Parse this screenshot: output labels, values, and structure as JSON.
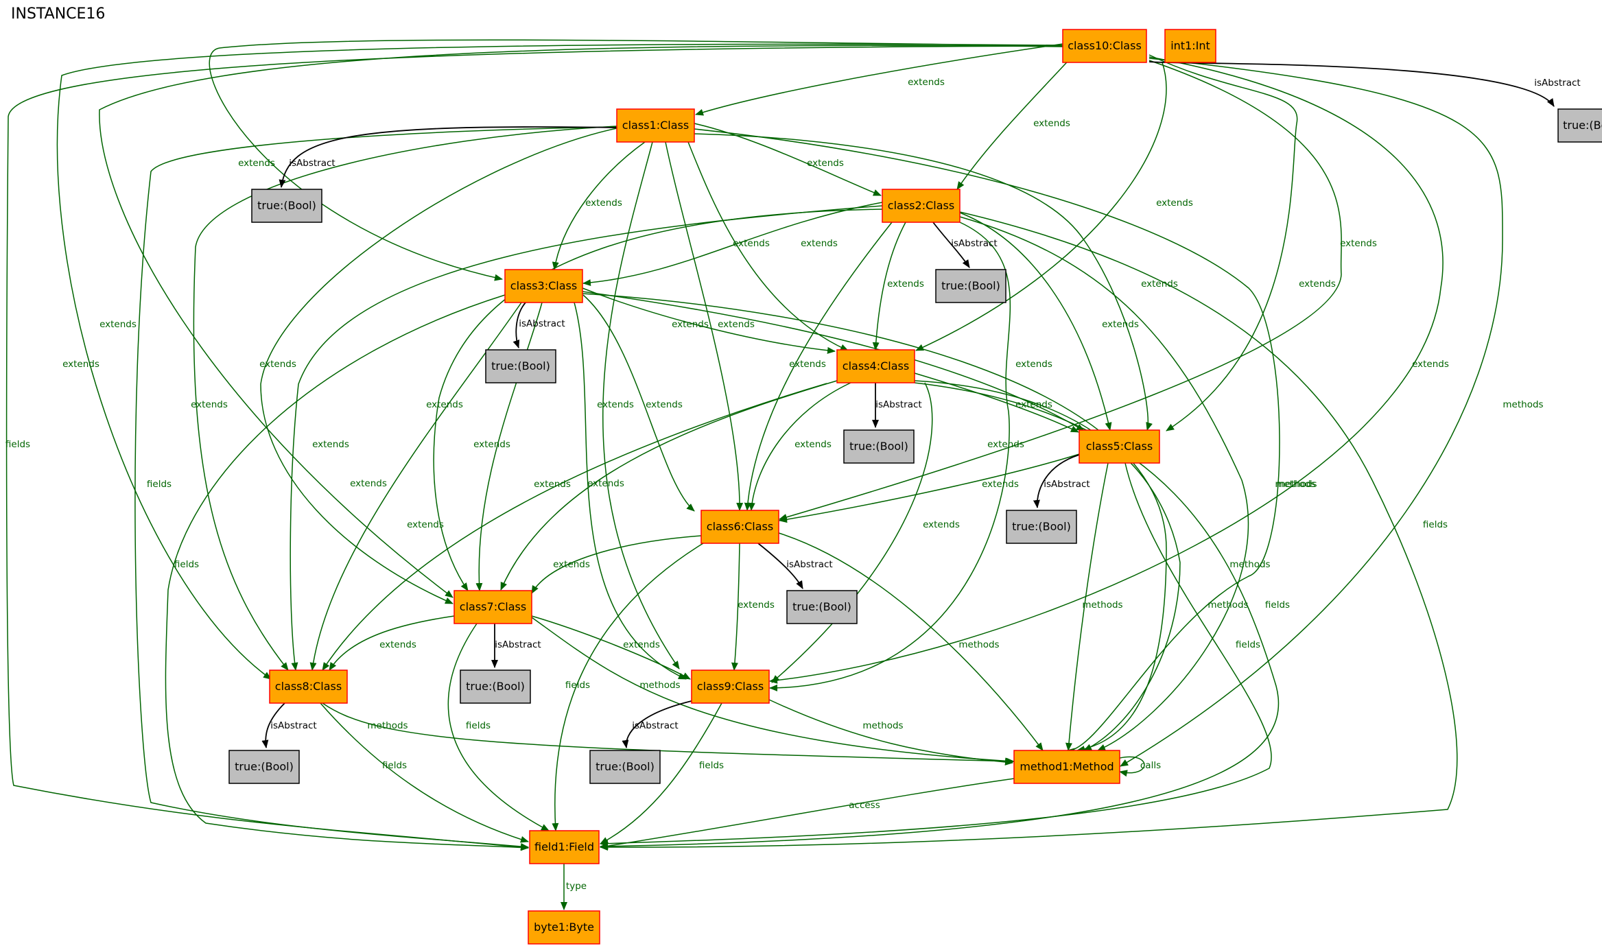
{
  "title": "INSTANCE16",
  "nodes": {
    "class10": "class10:Class",
    "int1": "int1:Int",
    "class1": "class1:Class",
    "class2": "class2:Class",
    "class3": "class3:Class",
    "class4": "class4:Class",
    "class5": "class5:Class",
    "class6": "class6:Class",
    "class7": "class7:Class",
    "class8": "class8:Class",
    "class9": "class9:Class",
    "method1": "method1:Method",
    "field1": "field1:Field",
    "byte1": "byte1:Byte",
    "bool": "true:(Bool)"
  },
  "labels": {
    "extends": "extends",
    "isAbstract": "isAbstract",
    "methods": "methods",
    "fields": "fields",
    "calls": "calls",
    "access": "access",
    "type": "type"
  },
  "colors": {
    "node_fill": "#ffa500",
    "node_border": "#ff0000",
    "bool_fill": "#bebebe",
    "edge": "#006400",
    "abstract_edge": "#000000"
  }
}
